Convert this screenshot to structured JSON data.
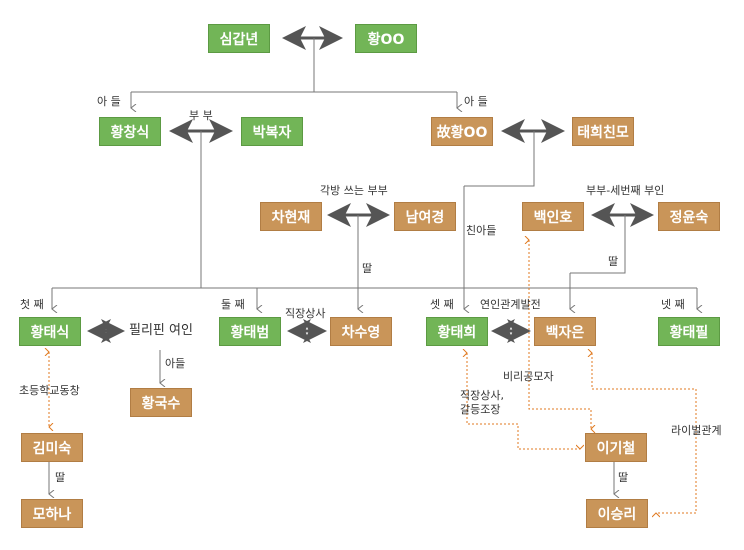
{
  "colors": {
    "green": "#72b557",
    "tan": "#c99559",
    "line": "#777777",
    "arrow": "#555555",
    "dotted": "#e07a20"
  },
  "people": {
    "shim": "심갑년",
    "hwang_oo": "황OO",
    "changsik": "황창식",
    "bokja": "박복자",
    "late_hwang": "故황OO",
    "taehee_mother": "태희친모",
    "hyunjae": "차현재",
    "yeokyung": "남여경",
    "inho": "백인호",
    "yunsuk": "정윤숙",
    "taesik": "황태식",
    "philippine": "필리핀 여인",
    "taebeom": "황태범",
    "suyoung": "차수영",
    "taehee": "황태희",
    "jaeun": "백자은",
    "taepil": "황태필",
    "guksu": "황국수",
    "misuk": "김미숙",
    "hana": "모하나",
    "gicheol": "이기철",
    "seungri": "이승리"
  },
  "labels": {
    "son_left": "아 들",
    "son_right": "아 들",
    "couple": "부 부",
    "separate_rooms": "각방 쓰는 부부",
    "third_wife": "부부-세번째 부인",
    "biological_son": "친아들",
    "daughter1": "딸",
    "daughter2": "딸",
    "first": "첫 째",
    "second": "둘 째",
    "third": "셋 째",
    "fourth": "넷 째",
    "lovers": "연인관계발전",
    "boss1": "직장상사",
    "son_guksu": "아들",
    "classmates": "초등학교동창",
    "daughter_hana": "딸",
    "corruption": "비리공모자",
    "boss_conflict_1": "직장상사,",
    "boss_conflict_2": "갈등조장",
    "rival": "라이벌관계",
    "daughter_seungri": "딸"
  }
}
